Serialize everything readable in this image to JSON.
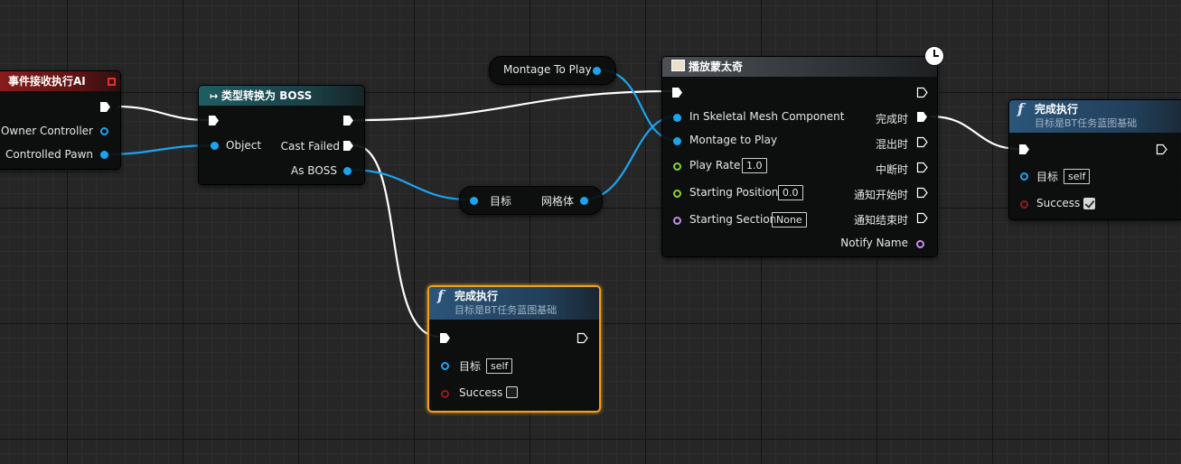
{
  "event_node": {
    "title": "事件接收执行AI",
    "pins": {
      "owner_controller": "Owner Controller",
      "controlled_pawn": "Controlled Pawn"
    }
  },
  "cast_node": {
    "title": "类型转换为 BOSS",
    "pins": {
      "object": "Object",
      "cast_failed": "Cast Failed",
      "as_boss": "As BOSS"
    }
  },
  "montage_var": {
    "label": "Montage To Play"
  },
  "mesh_getter": {
    "target": "目标",
    "output": "网格体"
  },
  "play_montage_node": {
    "title": "播放蒙太奇",
    "inputs": {
      "in_skeletal_mesh": "In Skeletal Mesh Component",
      "montage_to_play": "Montage to Play",
      "play_rate": "Play Rate",
      "play_rate_value": "1.0",
      "starting_position": "Starting Position",
      "starting_position_value": "0.0",
      "starting_section": "Starting Section",
      "starting_section_value": "None"
    },
    "outputs": {
      "completed": "完成时",
      "blend_out": "混出时",
      "interrupted": "中断时",
      "notify_begin": "通知开始时",
      "notify_end": "通知结束时",
      "notify_name": "Notify Name"
    }
  },
  "finish_node_top": {
    "title": "完成执行",
    "subtitle": "目标是BT任务蓝图基础",
    "target_label": "目标",
    "target_value": "self",
    "success_label": "Success",
    "success_checked": true
  },
  "finish_node_bottom": {
    "title": "完成执行",
    "subtitle": "目标是BT任务蓝图基础",
    "target_label": "目标",
    "target_value": "self",
    "success_label": "Success",
    "success_checked": false
  },
  "colors": {
    "exec_wire": "#ffffff",
    "object_wire": "#1aa5f0",
    "selected_outline": "#f0a020",
    "event_header": "#8e1c1c",
    "cast_header": "#1f5d63",
    "function_header": "#2b557a"
  }
}
